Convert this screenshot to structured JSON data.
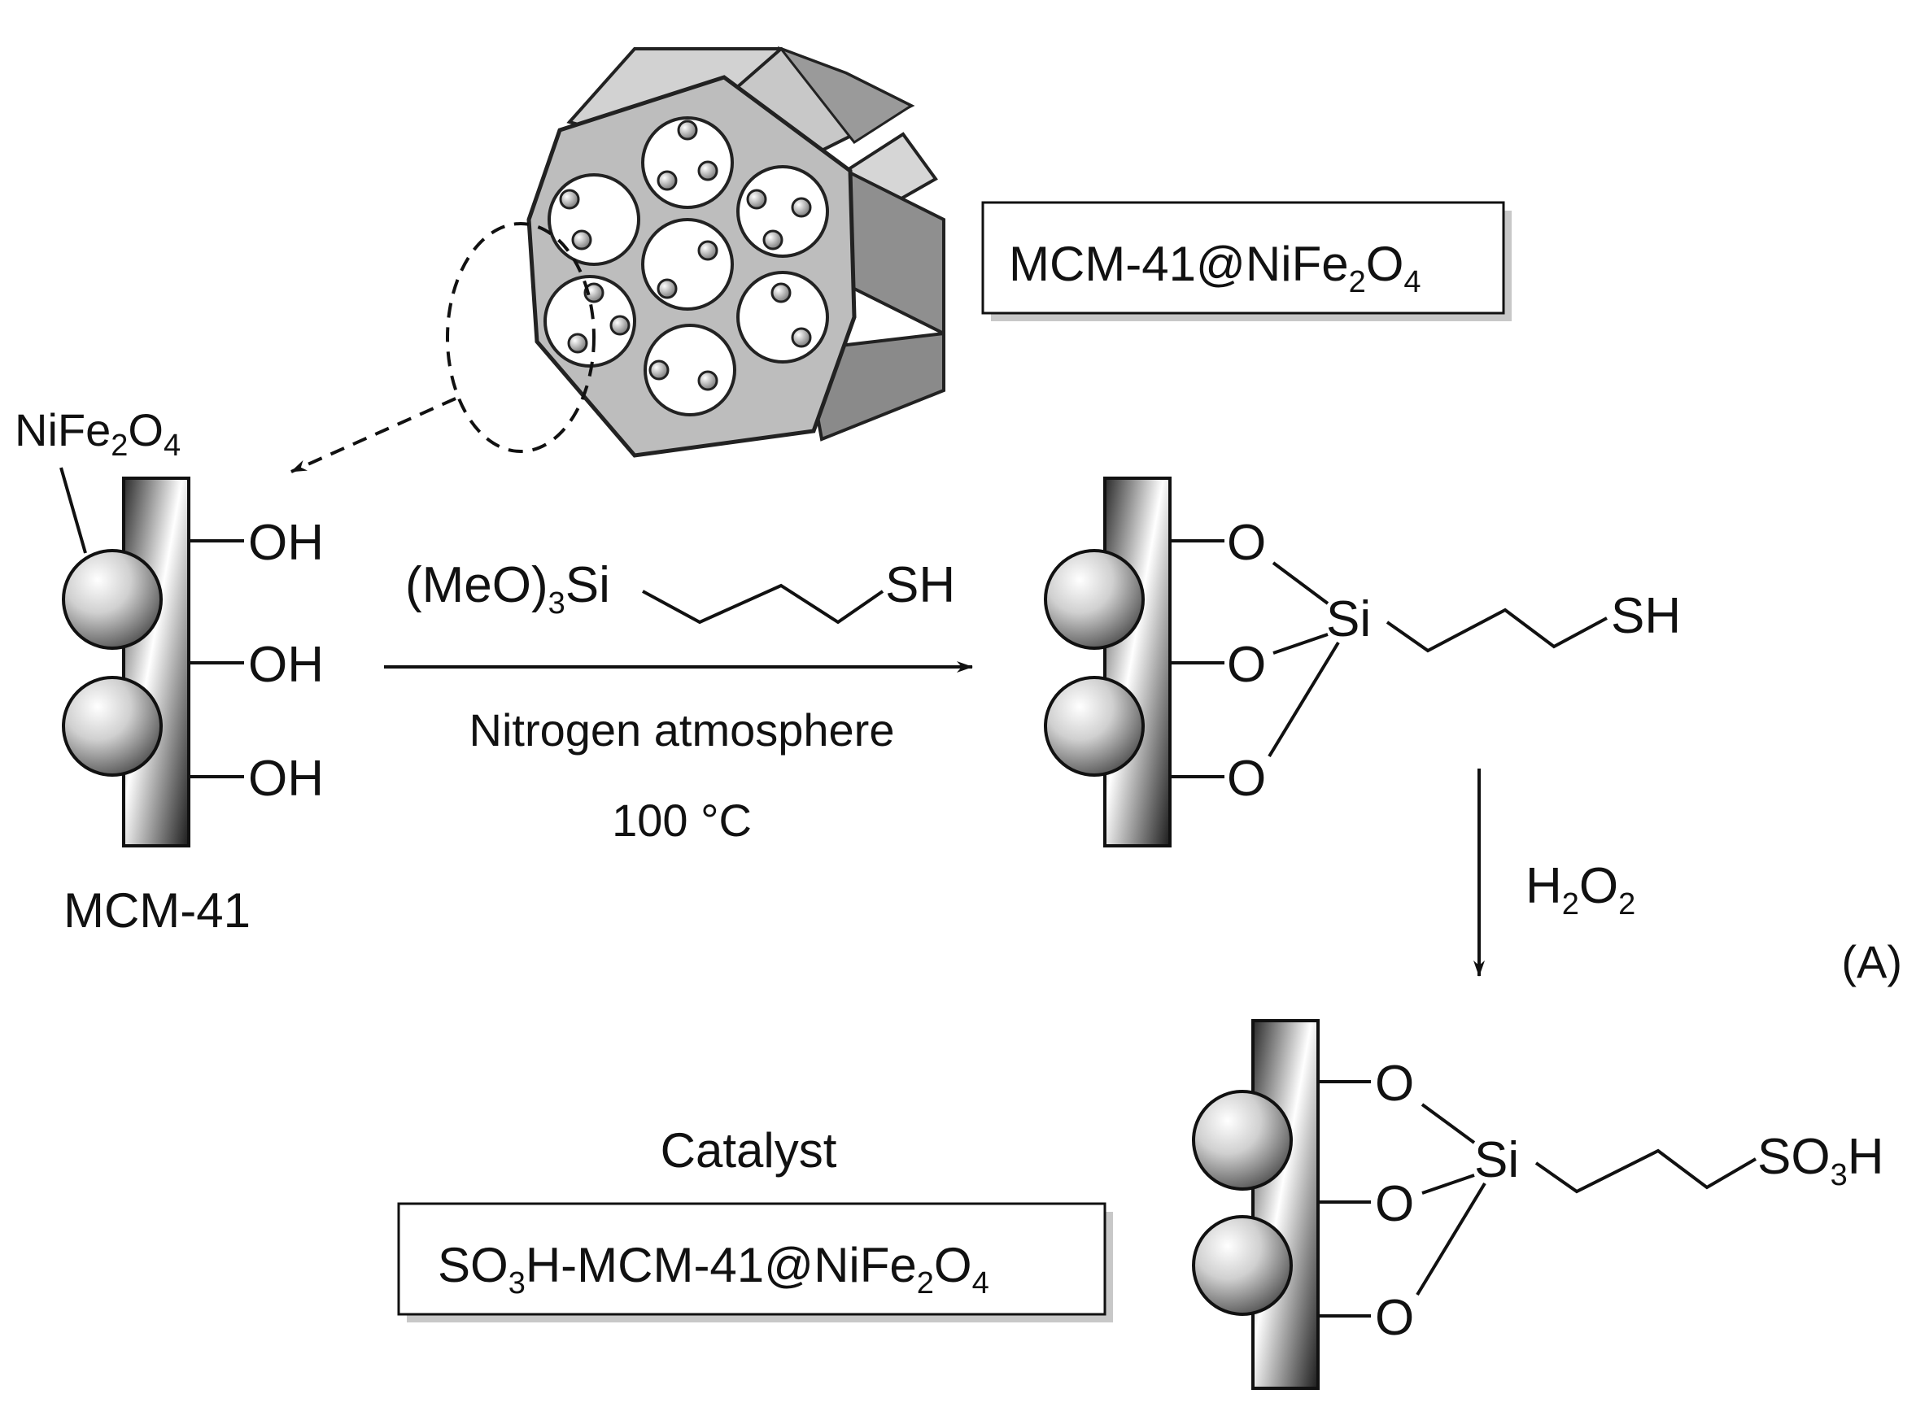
{
  "figure": {
    "panel_label": "(A)",
    "colors": {
      "ink": "#111111",
      "frame_face": "#bdbdbd",
      "frame_top": "#d9d9d9",
      "frame_side": "#8f8f8f",
      "particle": "#bcbcbc"
    }
  },
  "labels": {
    "composite_box": {
      "main": "MCM-41@NiFe",
      "sub1": "2",
      "mid": "O",
      "sub2": "4"
    },
    "nife_pointer": {
      "main": "NiFe",
      "sub1": "2",
      "mid": "O",
      "sub2": "4"
    },
    "support_name": "MCM-41",
    "hydroxyl": "OH",
    "catalyst_title": "Catalyst",
    "catalyst_box": {
      "pre": "SO",
      "sub1": "3",
      "main": "H-MCM-41@NiFe",
      "sub2": "2",
      "mid": "O",
      "sub3": "4"
    }
  },
  "reaction1": {
    "reagent": {
      "pre": "(MeO)",
      "sub": "3",
      "post": "Si",
      "end": "SH"
    },
    "condition_atmosphere": "Nitrogen atmosphere",
    "condition_temperature": "100 °C"
  },
  "product1": {
    "oxygen": "O",
    "silicon": "Si",
    "end": "SH"
  },
  "reaction2": {
    "reagent": {
      "pre": "H",
      "sub1": "2",
      "mid": "O",
      "sub2": "2"
    }
  },
  "product2": {
    "oxygen": "O",
    "silicon": "Si",
    "end": {
      "pre": "SO",
      "sub": "3",
      "post": "H"
    }
  }
}
